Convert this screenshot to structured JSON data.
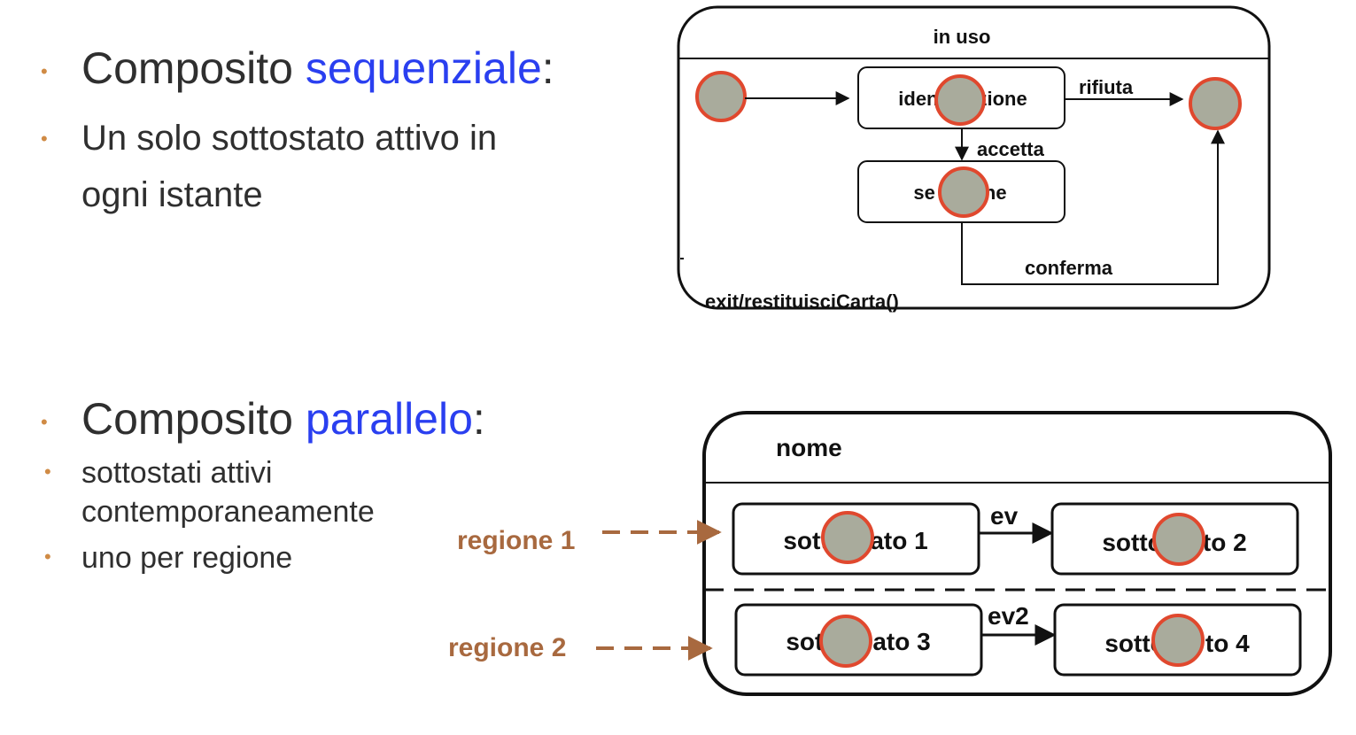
{
  "left": {
    "seq_title_plain": "Composito ",
    "seq_title_accent": "sequenziale",
    "seq_title_colon": ":",
    "seq_desc_line1": "Un solo sottostato attivo in",
    "seq_desc_line2": "ogni istante",
    "par_title_plain": "Composito ",
    "par_title_accent": "parallelo",
    "par_title_colon": ":",
    "par_b1_line1": "sottostati attivi",
    "par_b1_line2": "contemporaneamente",
    "par_b2": "uno per regione"
  },
  "seq_diagram": {
    "state_name": "in uso",
    "sub_a": "ident      zione",
    "sub_b": "se         ne",
    "event_reject": "rifiuta",
    "event_accept": "accetta",
    "event_confirm": "conferma",
    "exit_action": "exit/restituisciCarta()"
  },
  "par_diagram": {
    "state_name": "nome",
    "region1_label": "regione 1",
    "region2_label": "regione 2",
    "sub1": "sott      ato 1",
    "sub2": "sottc      to 2",
    "sub3": "sott      ato 3",
    "sub4": "sottc      to 4",
    "event_ev": "ev",
    "event_ev2": "ev2"
  },
  "colors": {
    "accent": "#2a3ff0",
    "bullet": "#d08b45",
    "region_label": "#a8693f",
    "marker_fill": "#a9ab9c",
    "marker_stroke": "#e0482e"
  }
}
